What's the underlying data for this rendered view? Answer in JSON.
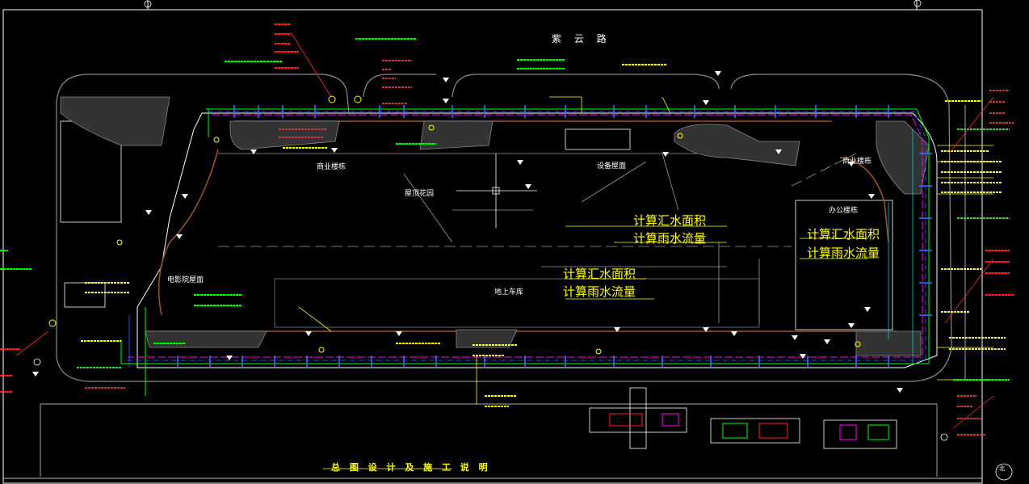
{
  "drawing": {
    "road_name": "紫 云 路",
    "title": "总 图 设 计 及 施 工 说 明",
    "north_mark": "北",
    "areas": {
      "commercial_west": "商业楼栋",
      "commercial_east": "商业楼栋",
      "roof_garden": "屋顶花园",
      "equipment_roof": "设备屋面",
      "office": "办公楼栋",
      "cinema_roof": "电影院屋面",
      "parking": "地上车库"
    },
    "calc": {
      "calc_area_1": "计算汇水面积",
      "calc_flow_1": "计算雨水流量",
      "calc_area_2": "计算汇水面积",
      "calc_flow_2": "计算雨水流量",
      "calc_area_3": "计算汇水面积",
      "calc_flow_3": "计算雨水流量"
    }
  },
  "colors": {
    "background": "#000000",
    "outline": "#ffffff",
    "grey_line": "#8a8a8a",
    "green_pipe": "#00ff00",
    "blue_pipe": "#2a4bff",
    "magenta_pipe": "#ff00ff",
    "red_note": "#ff2020",
    "yellow_note": "#ffff00",
    "brown_edge": "#a0522d",
    "cyan": "#00e5ff"
  }
}
